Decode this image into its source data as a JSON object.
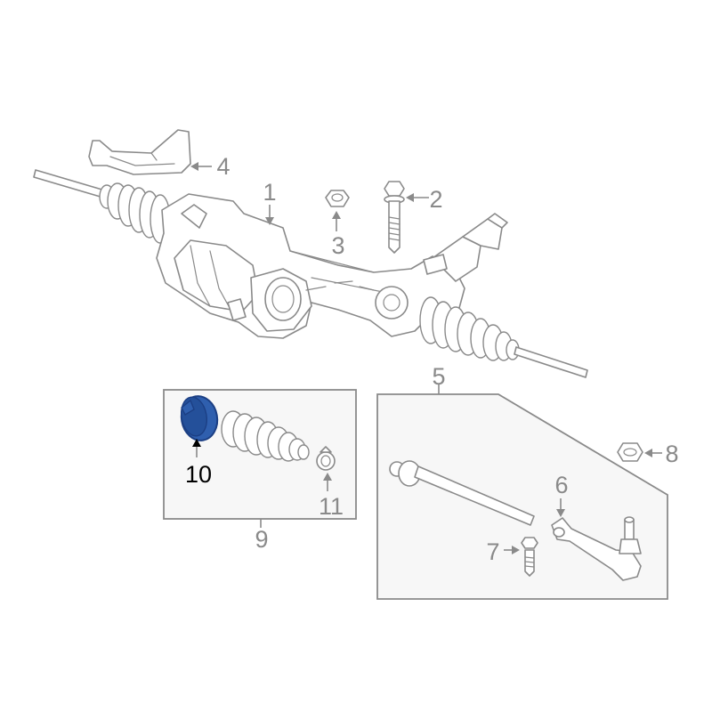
{
  "colors": {
    "line": "#8a8a8a",
    "highlight_fill": "#2f5fae",
    "highlight_edge": "#1c3f84",
    "highlight_label": "#000000",
    "kit_box_fill": "#f7f7f7"
  },
  "callouts": {
    "steering_gear": "1",
    "gear_bolt": "2",
    "gear_nut": "3",
    "heat_shield": "4",
    "tie_rod_kit": "5",
    "tie_rod_end": "6",
    "tie_rod_bolt": "7",
    "tie_rod_nut": "8",
    "boot_kit": "9",
    "boot_clamp": "10",
    "small_clamp": "11"
  },
  "highlighted_callout": "10"
}
